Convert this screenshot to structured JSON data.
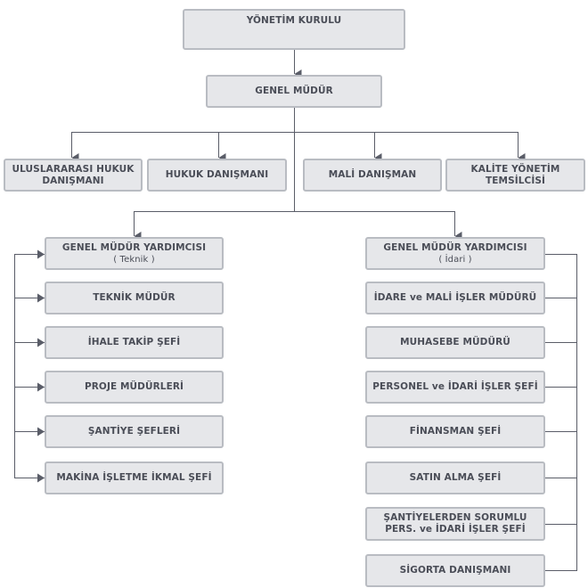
{
  "board": "YÖNETİM KURULU",
  "gm": "GENEL MÜDÜR",
  "advisors": {
    "intl_law": "ULUSLARARASI HUKUK DANIŞMANI",
    "law": "HUKUK DANIŞMANI",
    "finance": "MALİ DANIŞMAN",
    "quality": "KALİTE YÖNETİM TEMSİLCİSİ"
  },
  "technical": {
    "head_title": "GENEL MÜDÜR YARDIMCISI",
    "head_sub": "( Teknik )",
    "items": [
      "TEKNİK MÜDÜR",
      "İHALE TAKİP ŞEFİ",
      "PROJE MÜDÜRLERİ",
      "ŞANTİYE ŞEFLERİ",
      "MAKİNA İŞLETME İKMAL ŞEFİ"
    ]
  },
  "admin": {
    "head_title": "GENEL MÜDÜR YARDIMCISI",
    "head_sub": "( İdari )",
    "items": [
      "İDARE ve MALİ İŞLER MÜDÜRÜ",
      "MUHASEBE MÜDÜRÜ",
      "PERSONEL ve İDARİ İŞLER ŞEFİ",
      "FİNANSMAN ŞEFİ",
      "SATIN ALMA ŞEFİ",
      "ŞANTİYELERDEN SORUMLU PERS. ve İDARİ İŞLER ŞEFİ",
      "SİGORTA DANIŞMANI"
    ]
  },
  "colors": {
    "box_fill": "#e6e7ea",
    "box_border": "#b9bcc2",
    "text": "#4a4d57",
    "connector": "#5a5d68"
  }
}
